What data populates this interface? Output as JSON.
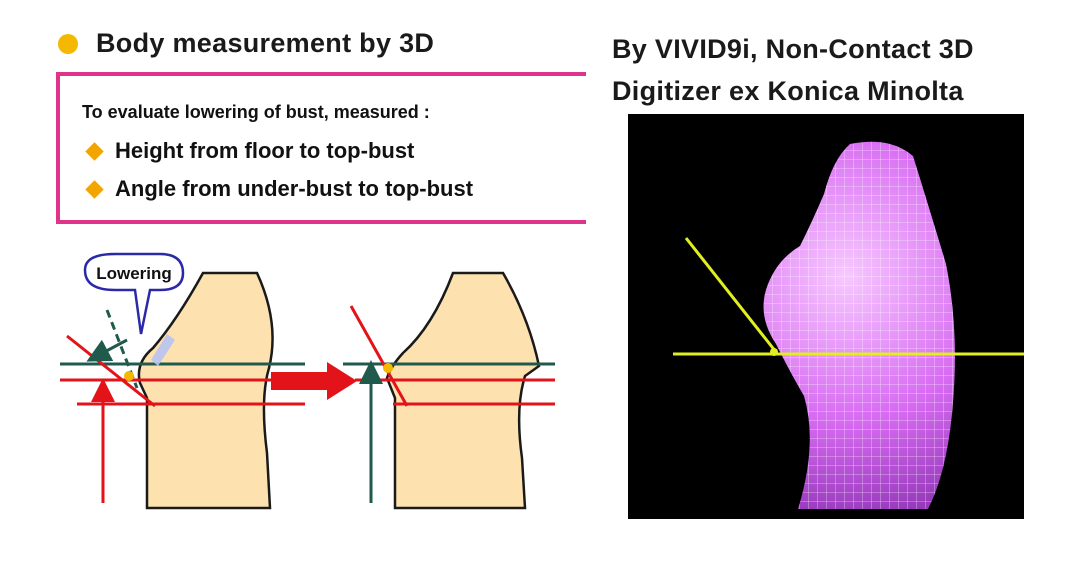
{
  "title": "Body measurement by 3D",
  "credit_lines": [
    "By VIVID9i, Non-Contact 3D",
    "Digitizer ex Konica Minolta"
  ],
  "box": {
    "intro": "To evaluate lowering of bust, measured :",
    "items": [
      "Height from floor to top-bust",
      "Angle from under-bust to top-bust"
    ]
  },
  "diagram": {
    "callout_label": "Lowering"
  },
  "colors": {
    "bullet": "#f5b800",
    "box_border": "#e0348a",
    "diamond": "#f2a400",
    "skin": "#fde2b0",
    "red_line": "#e3131a",
    "green_line": "#1f5a4c",
    "mesh": "#d76bf2",
    "guide": "#e2ee1f"
  }
}
